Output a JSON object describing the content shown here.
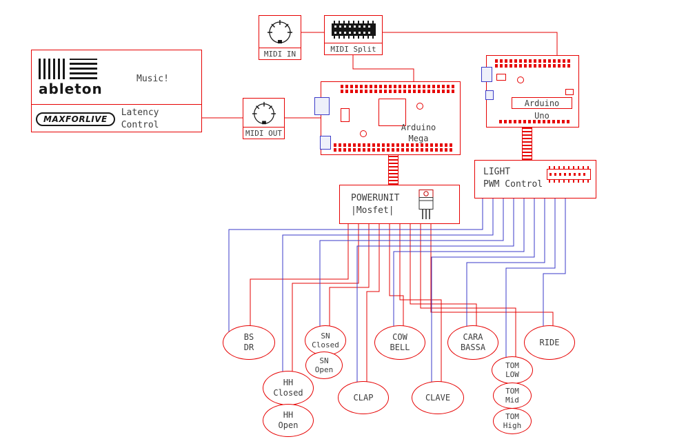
{
  "colors": {
    "red": "#e60000",
    "blue": "#3a3ac8",
    "text": "#3c3c3c",
    "black": "#161616"
  },
  "ableton_unit": {
    "logo_text": "ableton",
    "music_label": "Music!",
    "maxforlive_text": "MAXFORLIVE",
    "latency_label": "Latency Control"
  },
  "midi_in": {
    "label": "MIDI IN"
  },
  "midi_split": {
    "label": "MIDI Split"
  },
  "midi_out": {
    "label": "MIDI OUT"
  },
  "arduino_mega": {
    "line1": "Arduino",
    "line2": "Mega"
  },
  "arduino_uno": {
    "line1": "Arduino",
    "line2": "Uno"
  },
  "powerunit": {
    "line1": "POWERUNIT",
    "line2": "|Mosfet|"
  },
  "light": {
    "line1": "LIGHT",
    "line2": "PWM Control"
  },
  "drums": [
    {
      "name": "bs-dr",
      "line1": "BS",
      "line2": "DR"
    },
    {
      "name": "sn-closed",
      "line1": "SN",
      "line2": "Closed"
    },
    {
      "name": "sn-open",
      "line1": "SN",
      "line2": "Open"
    },
    {
      "name": "hh-closed",
      "line1": "HH",
      "line2": "Closed"
    },
    {
      "name": "hh-open",
      "line1": "HH",
      "line2": "Open"
    },
    {
      "name": "clap",
      "line1": "CLAP"
    },
    {
      "name": "cow-bell",
      "line1": "COW",
      "line2": "BELL"
    },
    {
      "name": "clave",
      "line1": "CLAVE"
    },
    {
      "name": "cara-bassa",
      "line1": "CARA",
      "line2": "BASSA"
    },
    {
      "name": "ride",
      "line1": "RIDE"
    },
    {
      "name": "tom-low",
      "line1": "TOM",
      "line2": "LOW"
    },
    {
      "name": "tom-mid",
      "line1": "TOM",
      "line2": "Mid"
    },
    {
      "name": "tom-high",
      "line1": "TOM",
      "line2": "High"
    }
  ],
  "icons": {
    "midi_in": "din-connector-icon",
    "midi_out": "din-connector-icon",
    "midi_split": "ic-chip-icon",
    "light": "ic-chip-icon",
    "powerunit": "mosfet-icon",
    "ableton": "ableton-logo",
    "maxforlive": "maxforlive-logo"
  }
}
